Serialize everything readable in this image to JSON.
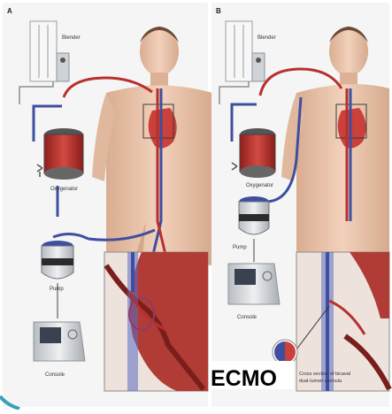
{
  "panels": {
    "a": {
      "letter": "A",
      "blender": "Blender",
      "oxygenator": "Oxygenator",
      "pump": "Pump",
      "console": "Console"
    },
    "b": {
      "letter": "B",
      "blender": "Blender",
      "oxygenator": "Oxygenator",
      "pump": "Pump",
      "console": "Console",
      "cannula_line1": "Cross section of bicaval",
      "cannula_line2": "dual-lumen cannula"
    }
  },
  "overlay_label": "ECMO",
  "colors": {
    "venous": "#3f4ea0",
    "arterial": "#b8302d",
    "skin": "#ecc7ad",
    "heart": "#c9413a",
    "device": "#d7d9dc",
    "panel_bg": "#f4f4f4",
    "inset_bg": "#eef0f3",
    "arrow": "#8a8f96"
  }
}
